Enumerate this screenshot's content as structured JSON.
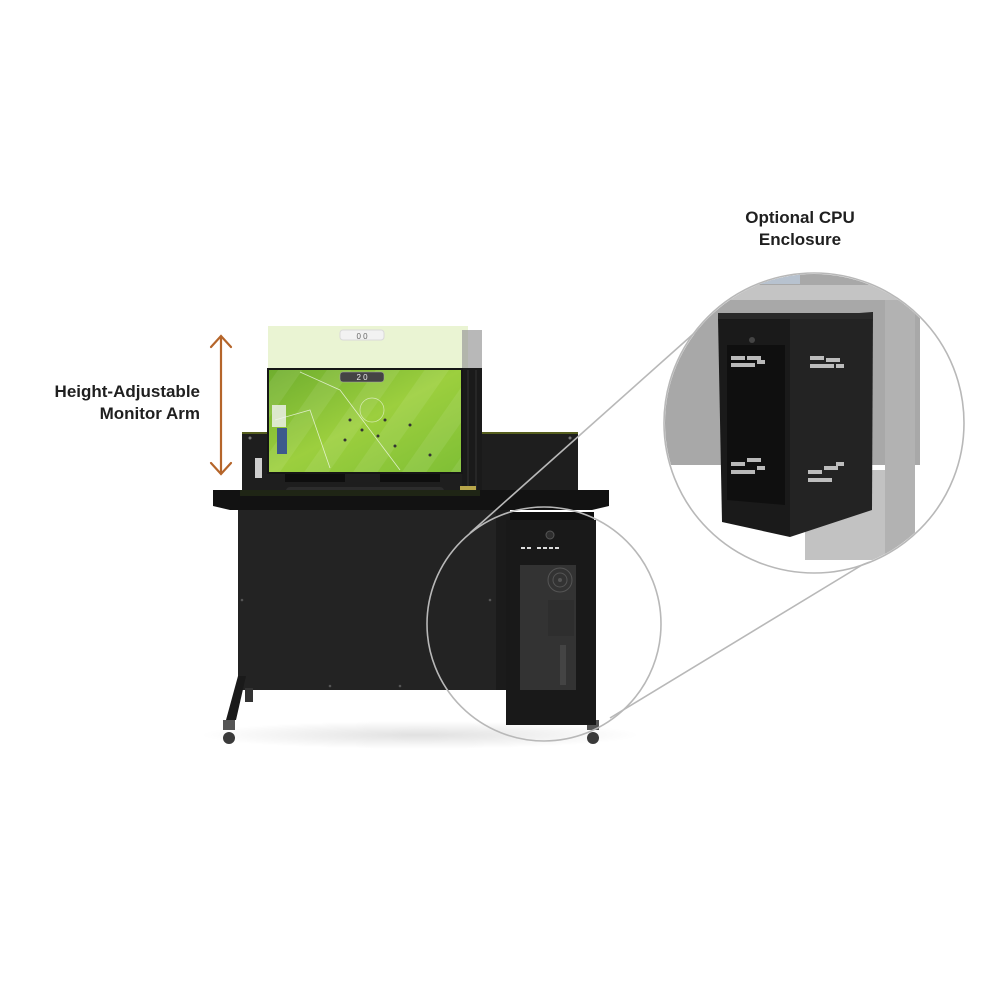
{
  "annotations": {
    "monitor_arm": {
      "line1": "Height-Adjustable",
      "line2": "Monitor Arm",
      "arrow_color": "#b5652a"
    },
    "cpu_enclosure": {
      "line1": "Optional CPU",
      "line2": "Enclosure"
    }
  },
  "scene": {
    "monitor_scoreboard_top": "0 0",
    "monitor_scoreboard_bottom": "2 0",
    "pitch_color": "#8cc63f",
    "desk_color": "#1c1c1c",
    "callout_line_color": "#b8b8b8"
  }
}
